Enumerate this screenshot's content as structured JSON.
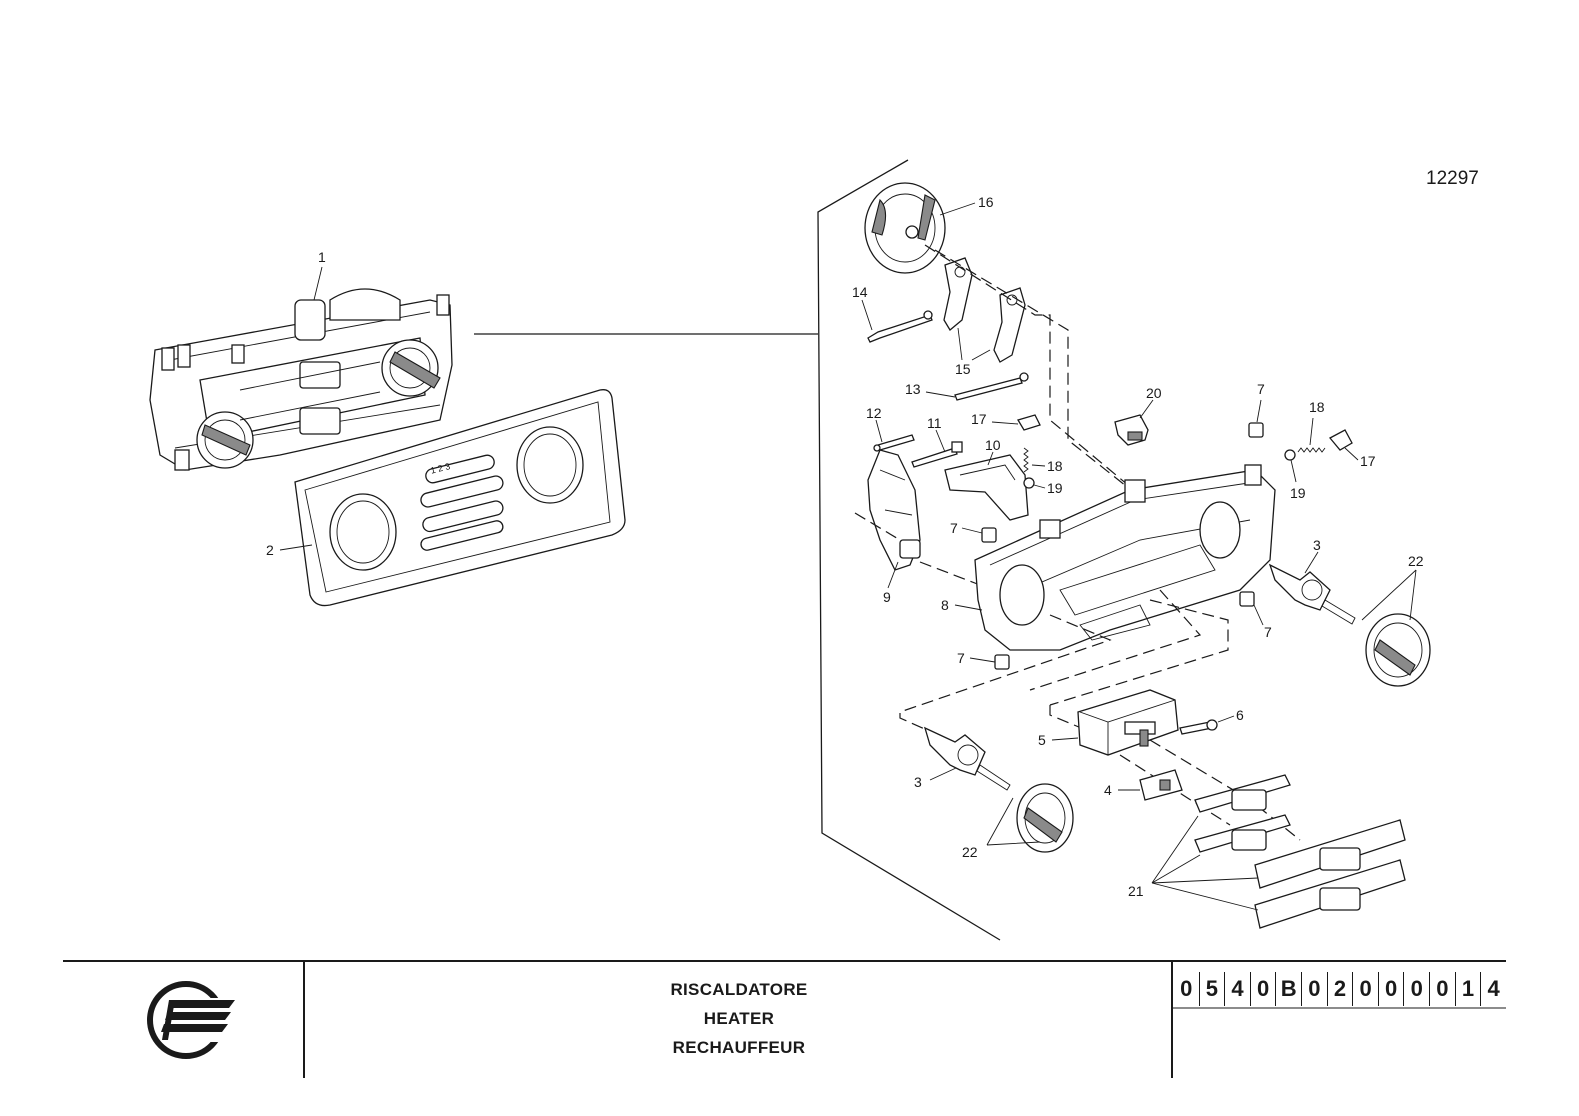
{
  "drawing_number": "12297",
  "title_block": {
    "lines": [
      "RISCALDATORE",
      "HEATER",
      "RECHAUFFEUR"
    ],
    "code": [
      "0",
      "5",
      "4",
      "0",
      "B",
      "0",
      "2",
      "0",
      "0",
      "0",
      "0",
      "1",
      "4"
    ],
    "logo_icon": "brand-logo-icon"
  },
  "callouts": {
    "c1": "1",
    "c2": "2",
    "c3a": "3",
    "c3b": "3",
    "c4": "4",
    "c5": "5",
    "c6": "6",
    "c7a": "7",
    "c7b": "7",
    "c7c": "7",
    "c7d": "7",
    "c8": "8",
    "c9": "9",
    "c10": "10",
    "c11": "11",
    "c12": "12",
    "c13": "13",
    "c14": "14",
    "c15": "15",
    "c16": "16",
    "c17a": "17",
    "c17b": "17",
    "c18a": "18",
    "c18b": "18",
    "c19a": "19",
    "c19b": "19",
    "c20": "20",
    "c21": "21",
    "c22a": "22",
    "c22b": "22"
  },
  "panel_labels": {
    "fan_speeds": "1 2 3"
  }
}
